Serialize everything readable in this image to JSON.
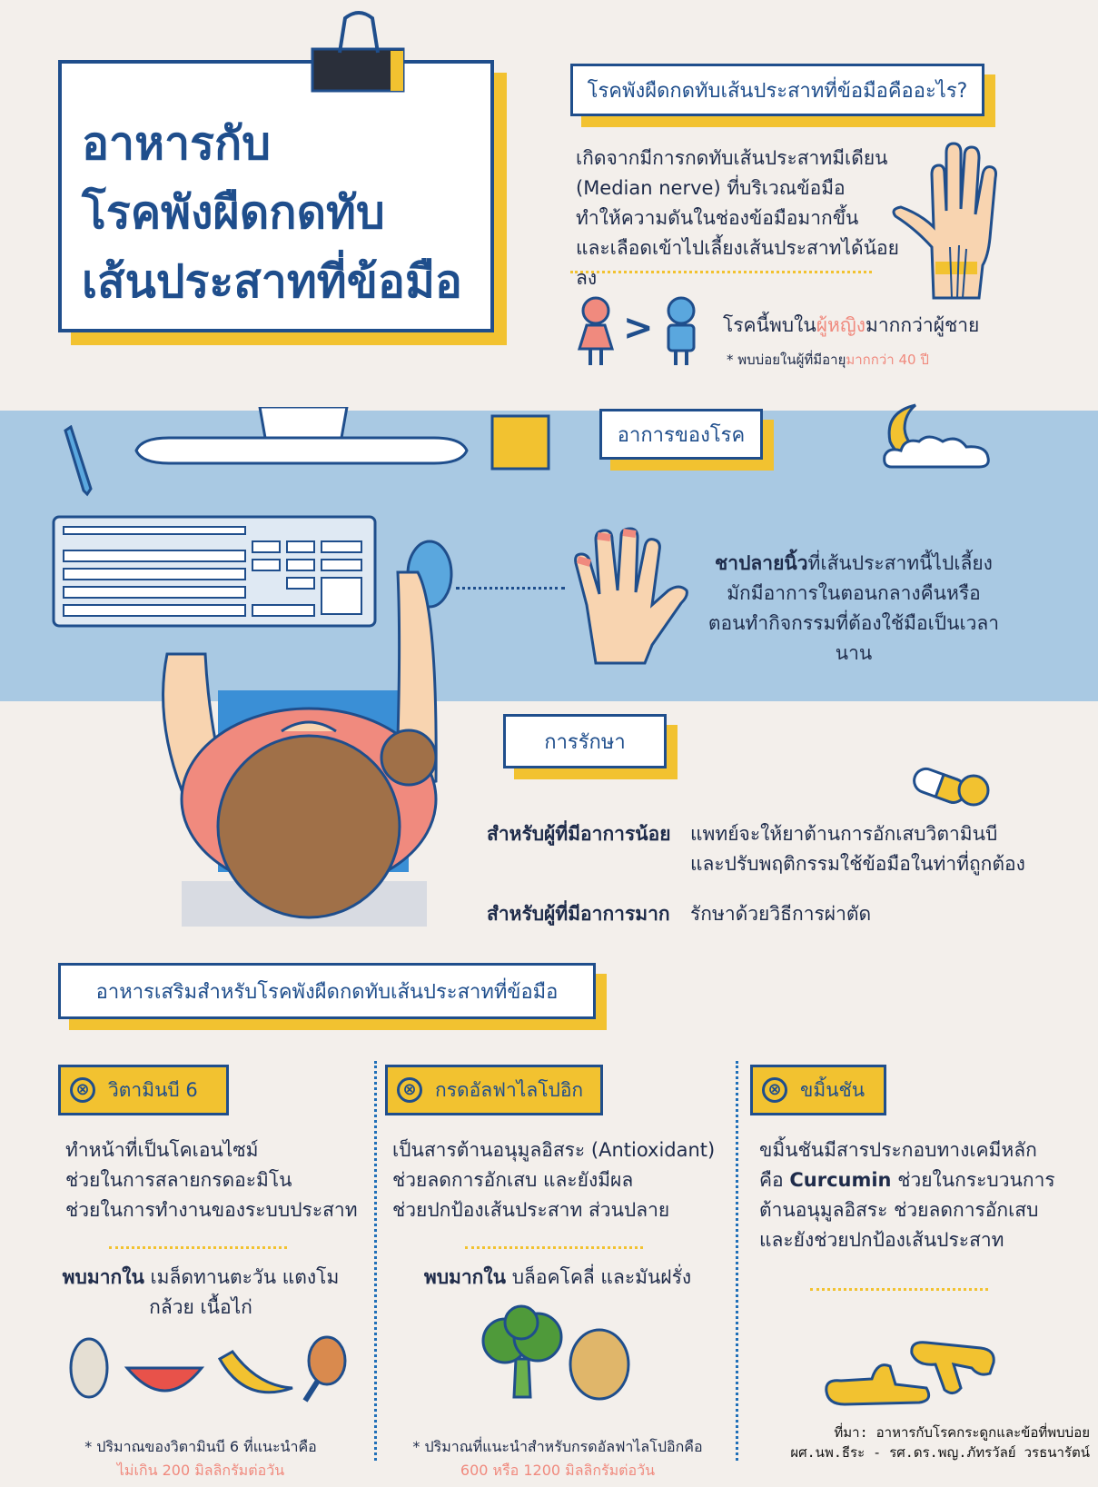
{
  "title": {
    "line1": "อาหารกับ",
    "line2": "โรคพังผืดกดทับ",
    "line3": "เส้นประสาทที่ข้อมือ"
  },
  "question": {
    "heading": "โรคพังผืดกดทับเส้นประสาทที่ข้อมือคืออะไร?",
    "l1": "เกิดจากมีการกดทับเส้นประสาทมีเดียน",
    "l2": "(Median nerve) ที่บริเวณข้อมือ",
    "l3": "ทำให้ความดันในช่องข้อมือมากขึ้น",
    "l4": "และเลือดเข้าไปเลี้ยงเส้นประสาทได้น้อยลง"
  },
  "gender": {
    "pre": "โรคนี้พบใน",
    "women": "ผู้หญิง",
    "post": "มากกว่าผู้ชาย",
    "note_pre": "* พบบ่อยในผู้ที่มีอายุ",
    "note_age": "มากกว่า 40 ปี",
    "symbol": ">"
  },
  "symptoms": {
    "label": "อาการของโรค",
    "bold": "ชาปลายนิ้ว",
    "l1_rest": "ที่เส้นประสาทนี้ไปเลี้ยง",
    "l2": "มักมีอาการในตอนกลางคืนหรือ",
    "l3": "ตอนทำกิจกรรมที่ต้องใช้มือเป็นเวลานาน"
  },
  "treatment": {
    "label": "การรักษา",
    "mild_label": "สำหรับผู้ที่มีอาการน้อย",
    "mild_l1": "แพทย์จะให้ยาต้านการอักเสบวิตามินบี",
    "mild_l2": "และปรับพฤติกรรมใช้ข้อมือในท่าที่ถูกต้อง",
    "severe_label": "สำหรับผู้ที่มีอาการมาก",
    "severe_text": "รักษาด้วยวิธีการผ่าตัด"
  },
  "supplements": {
    "heading": "อาหารเสริมสำหรับโรคพังผืดกดทับเส้นประสาทที่ข้อมือ",
    "icon_symbol": "⊗",
    "b6": {
      "name": "วิตามินบี 6",
      "l1": "ทำหน้าที่เป็นโคเอนไซม์",
      "l2": "ช่วยในการสลายกรดอะมิโน",
      "l3": "ช่วยในการทำงานของระบบประสาท",
      "found_bold": "พบมากใน",
      "found_l1": "เมล็ดทานตะวัน แตงโม",
      "found_l2": "กล้วย เนื้อไก่",
      "note1": "* ปริมาณของวิตามินบี 6 ที่แนะนำคือ",
      "note2": "ไม่เกิน 200 มิลลิกรัมต่อวัน"
    },
    "ala": {
      "name": "กรดอัลฟาไลโปอิก",
      "l1": "เป็นสารต้านอนุมูลอิสระ (Antioxidant)",
      "l2": "ช่วยลดการอักเสบ และยังมีผล",
      "l3": "ช่วยปกป้องเส้นประสาท ส่วนปลาย",
      "found_bold": "พบมากใน",
      "found_l1": "บล็อคโคลี่ และมันฝรั่ง",
      "note1": "* ปริมาณที่แนะนำสำหรับกรดอัลฟาไลโปอิกคือ",
      "note2": "600 หรือ 1200 มิลลิกรัมต่อวัน"
    },
    "turmeric": {
      "name": "ขมิ้นชัน",
      "l1": "ขมิ้นชันมีสารประกอบทางเคมีหลัก",
      "l2_pre": "คือ",
      "l2_bold": "Curcumin",
      "l2_post": "ช่วยในกระบวนการ",
      "l3": "ต้านอนุมูลอิสระ ช่วยลดการอักเสบ",
      "l4": "และยังช่วยปกป้องเส้นประสาท"
    }
  },
  "source": {
    "l1": "ที่มา: อาหารกับโรคกระดูกและข้อที่พบบ่อย",
    "l2": "ผศ.นพ.ธีระ - รศ.ดร.พญ.ภัทรวัลย์ วรธนารัตน์"
  },
  "colors": {
    "navy": "#1f4e8c",
    "yellow": "#f2c230",
    "band": "#a9c9e3",
    "pink": "#f08a7e"
  }
}
